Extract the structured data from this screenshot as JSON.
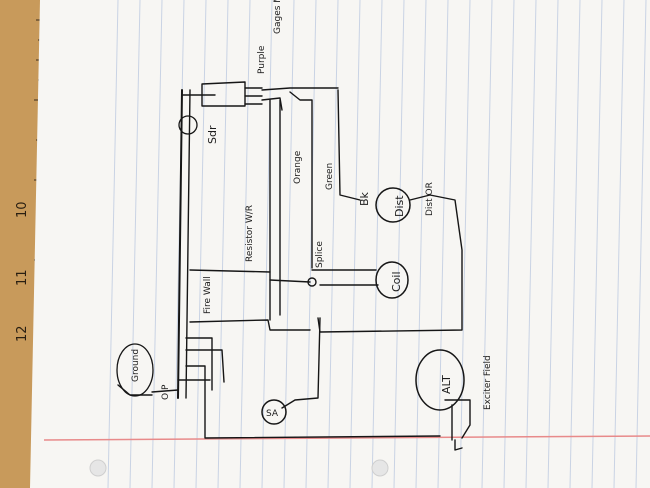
{
  "ruler": {
    "numbers": [
      "10",
      "11",
      "12"
    ]
  },
  "labels": {
    "sender": "Sdr",
    "purple": "Purple",
    "gauge": "Gages Molasses",
    "orange": "Orange",
    "green": "Green",
    "bk": "Bk",
    "dist": "Dist",
    "dist_or": "Dist OR",
    "resistor": "Resistor W/R",
    "firewall": "Fire Wall",
    "splice": "Splice",
    "coil": "Coil",
    "ground": "Ground",
    "op": "O P",
    "alt": "ALT",
    "exciter": "Exciter Field",
    "sa": "SA"
  },
  "colors": {
    "paper": "#f7f6f3",
    "line": "#c9d3e4",
    "margin": "#e88a8a",
    "ink": "#161616"
  }
}
